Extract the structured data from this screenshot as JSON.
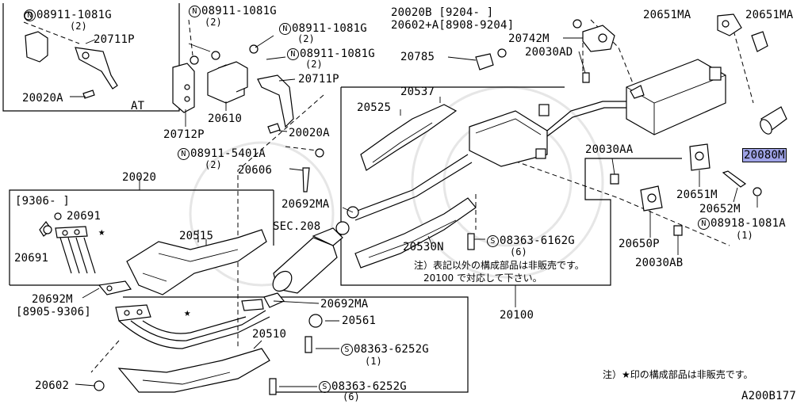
{
  "diagram": {
    "drawing_code": "A200B177",
    "note_main": [
      "注）表記以外の構成部品は非販売です。",
      "20100 で対応して下さい。"
    ],
    "note_star": "注）★印の構成部品は非販売です。",
    "star_glyph": "★",
    "highlight_color": "#9fa3e6",
    "labels": [
      {
        "id": "n1",
        "circle": "N",
        "text": "08911-1081G",
        "sub": "(2)"
      },
      {
        "id": "p20711p_at",
        "text": "20711P"
      },
      {
        "id": "p20020a_at",
        "text": "20020A"
      },
      {
        "id": "at",
        "text": "AT"
      },
      {
        "id": "n2",
        "circle": "N",
        "text": "08911-1081G",
        "sub": "(2)"
      },
      {
        "id": "n3",
        "circle": "N",
        "text": "08911-1081G",
        "sub": "(2)"
      },
      {
        "id": "n4",
        "circle": "N",
        "text": "08911-1081G",
        "sub": "(2)"
      },
      {
        "id": "p20711p",
        "text": "20711P"
      },
      {
        "id": "p20610",
        "text": "20610"
      },
      {
        "id": "p20712p",
        "text": "20712P"
      },
      {
        "id": "p20020a",
        "text": "20020A"
      },
      {
        "id": "n5",
        "circle": "N",
        "text": "08911-5401A",
        "sub": "(2)"
      },
      {
        "id": "p20606",
        "text": "20606"
      },
      {
        "id": "p20020",
        "text": "20020"
      },
      {
        "id": "d9306",
        "text": "[9306-   ]"
      },
      {
        "id": "p20691a",
        "text": "20691"
      },
      {
        "id": "p20691b",
        "text": "20691"
      },
      {
        "id": "p20515",
        "text": "20515"
      },
      {
        "id": "p20692m",
        "text": "20692M"
      },
      {
        "id": "d8905",
        "text": "[8905-9306]"
      },
      {
        "id": "p20602",
        "text": "20602"
      },
      {
        "id": "p20510",
        "text": "20510"
      },
      {
        "id": "p20692ma_a",
        "text": "20692MA"
      },
      {
        "id": "sec208",
        "text": "SEC.208"
      },
      {
        "id": "p20692ma_b",
        "text": "20692MA"
      },
      {
        "id": "p20561",
        "text": "20561"
      },
      {
        "id": "s1",
        "circle": "S",
        "text": "08363-6252G",
        "sub": "(1)"
      },
      {
        "id": "s2",
        "circle": "S",
        "text": "08363-6252G",
        "sub": "(6)"
      },
      {
        "id": "p20020b",
        "text": "20020B [9204-   ]"
      },
      {
        "id": "p20602a",
        "text": "20602+A[8908-9204]"
      },
      {
        "id": "p20742m",
        "text": "20742M"
      },
      {
        "id": "p20785",
        "text": "20785"
      },
      {
        "id": "p20030ad",
        "text": "20030AD"
      },
      {
        "id": "p20651ma_a",
        "text": "20651MA"
      },
      {
        "id": "p20651ma_b",
        "text": "20651MA"
      },
      {
        "id": "p20537",
        "text": "20537"
      },
      {
        "id": "p20525",
        "text": "20525"
      },
      {
        "id": "p20080m",
        "text": "20080M",
        "highlight": true
      },
      {
        "id": "p20030aa",
        "text": "20030AA"
      },
      {
        "id": "p20651m",
        "text": "20651M"
      },
      {
        "id": "p20652m",
        "text": "20652M"
      },
      {
        "id": "n6",
        "circle": "N",
        "text": "08918-1081A",
        "sub": "(1)"
      },
      {
        "id": "p20650p",
        "text": "20650P"
      },
      {
        "id": "p20030ab",
        "text": "20030AB"
      },
      {
        "id": "p20530n",
        "text": "20530N"
      },
      {
        "id": "s3",
        "circle": "S",
        "text": "08363-6162G",
        "sub": "(6)"
      },
      {
        "id": "p20100",
        "text": "20100"
      }
    ]
  }
}
